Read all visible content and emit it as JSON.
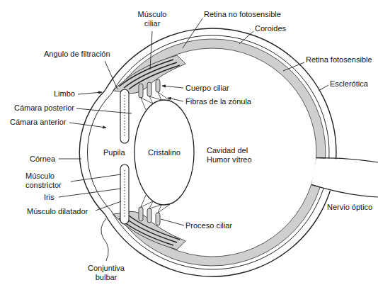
{
  "diagram": {
    "nodes": [
      {
        "text": [
          "Cristalino"
        ]
      }
    ],
    "labels": [
      "Músculo ciliar",
      "Retina no fotosensible",
      "Coroides",
      "Angulo de filtración",
      "Retina fotosensible",
      "Esclerótica",
      "Limbo",
      "Cuerpo ciliar",
      "Cámara posterior",
      "Fibras de la zónula",
      "Cámara anterior",
      "Córnea",
      "Pupila",
      "Cavidad del Humor vítreo",
      "Músculo constrictor",
      "Iris",
      "Nervio óptico",
      "Músculo dilatador",
      "Proceso ciliar",
      "Conjuntiva bulbar"
    ]
  }
}
